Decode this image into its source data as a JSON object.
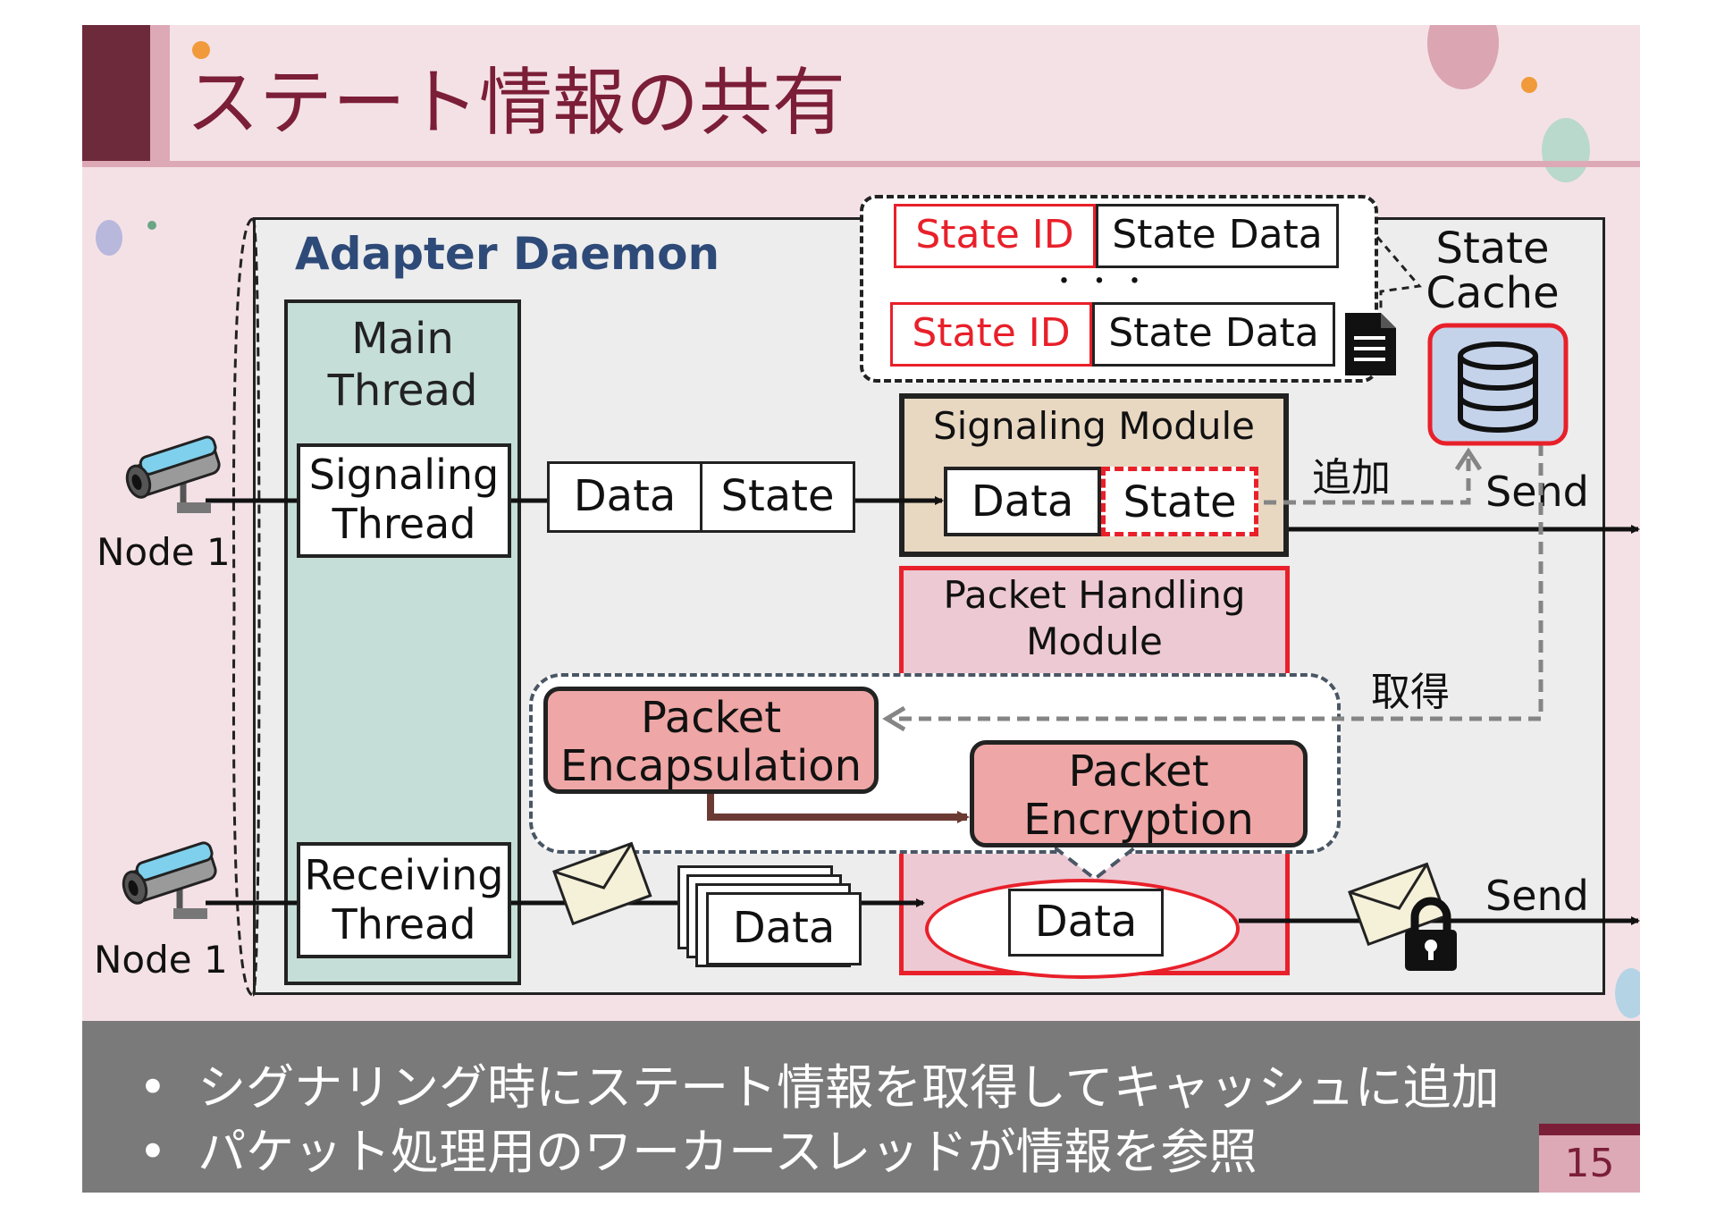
{
  "slide": {
    "title": "ステート情報の共有",
    "page_number": "15",
    "bullets": [
      "シグナリング時にステート情報を取得してキャッシュに追加",
      "パケット処理用のワーカースレッドが情報を参照"
    ]
  },
  "diagram": {
    "adapter_daemon": "Adapter Daemon",
    "main_thread": [
      "Main",
      "Thread"
    ],
    "signaling_thread": [
      "Signaling",
      "Thread"
    ],
    "receiving_thread": [
      "Receiving",
      "Thread"
    ],
    "node_top": "Node 1",
    "node_bottom": "Node 1",
    "msg_data": "Data",
    "msg_state": "State",
    "signaling_module": "Signaling Module",
    "sig_data": "Data",
    "sig_state": "State",
    "packet_handling_module": [
      "Packet Handling",
      "Module"
    ],
    "packet_encapsulation": [
      "Packet",
      "Encapsulation"
    ],
    "packet_encryption": [
      "Packet",
      "Encryption"
    ],
    "recv_data": "Data",
    "ph_data": "Data",
    "cache_rows": [
      {
        "id": "State ID",
        "data": "State Data"
      },
      {
        "id": "State ID",
        "data": "State Data"
      }
    ],
    "ellipsis": "・ ・ ・",
    "state_cache": [
      "State",
      "Cache"
    ],
    "add_label": "追加",
    "get_label": "取得",
    "send_top": "Send",
    "send_bottom": "Send"
  },
  "colors": {
    "title": "#7b1e37",
    "accent_red": "#e8202a",
    "daemon_label": "#2e4a78",
    "main_thread_fill": "#c5ded7",
    "signaling_fill": "#e8d8c2",
    "packet_fill": "#eea7a6"
  },
  "icons": [
    "camera-icon",
    "envelope-icon",
    "lock-icon",
    "database-icon",
    "document-icon"
  ]
}
